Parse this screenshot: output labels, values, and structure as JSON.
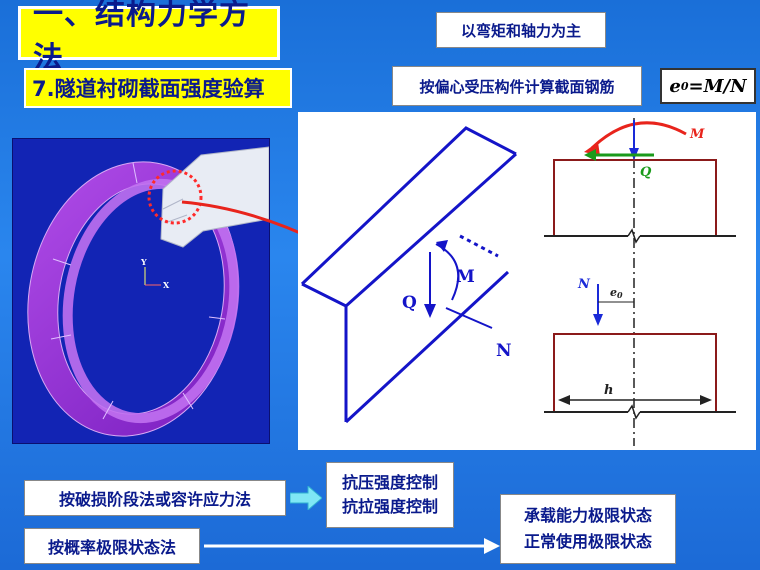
{
  "slide": {
    "title": "一、结构力学方法",
    "subtitle": "7.隧道衬砌截面强度验算",
    "note_main": "以弯矩和轴力为主",
    "note_section": "按偏心受压构件计算截面钢筋",
    "formula": {
      "e": "e",
      "sub": "0",
      "rest": "=M/N"
    }
  },
  "model": {
    "axis_y": "Y",
    "axis_x": "X",
    "colors": {
      "ring": "#9b2fd6",
      "background": "#1224b4"
    }
  },
  "beam": {
    "label_q": "Q",
    "label_m": "M",
    "label_n": "N",
    "line_color": "#1414c8"
  },
  "section": {
    "label_m": "M",
    "label_q": "Q",
    "label_n": "N",
    "label_e": "e",
    "label_e_sub": "0",
    "label_h": "h",
    "colors": {
      "rect": "#8b1a1a",
      "moment": "#e8241c",
      "shear": "#1a9a1a",
      "axial": "#1a2ad8"
    }
  },
  "methods": {
    "destructive": "按破损阶段法或容许应力法",
    "probabilistic": "按概率极限状态法",
    "control_1": "抗压强度控制",
    "control_2": "抗拉强度控制",
    "limit_1": "承载能力极限状态",
    "limit_2": "正常使用极限状态"
  }
}
